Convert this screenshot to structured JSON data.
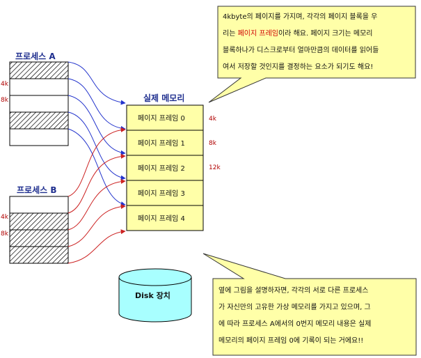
{
  "process_a": {
    "title": "프로세스 A",
    "addr_labels": [
      "4k",
      "8k"
    ]
  },
  "process_b": {
    "title": "프로세스 B",
    "addr_labels": [
      "4k",
      "8k"
    ]
  },
  "memory": {
    "title": "실제 메모리",
    "frames": [
      "페이지 프레임 0",
      "페이지 프레임 1",
      "페이지 프레임 2",
      "페이지 프레임 3",
      "페이지 프레임 4"
    ],
    "addr_labels": [
      "4k",
      "8k",
      "12k"
    ]
  },
  "disk": {
    "label": "Disk 장치"
  },
  "bubble_top": {
    "line1": "4kbyte의 페이지를 가지며, 각각의 페이지 블록을 우",
    "line2_pre": "리는 ",
    "line2_hl": "페이지 프레임",
    "line2_post": "이라 해요. 페이지 크기는 메모리",
    "line3": "블록하나가 디스크로부터 얼마만큼의 데이터를 읽어들",
    "line4": "여서 저장할 것인지를 결정하는 요소가 되기도 해요!"
  },
  "bubble_bottom": {
    "line1": "옆에 그림을 설명하자면, 각각의 서로 다른 프로세스",
    "line2": "가 자신만의 고유한 가상 메모리를 가지고 있으며, 그",
    "line3": "에 따라 프로세스 A에서의 0번지 메모리 내용은 실제",
    "line4": "메모리의 페이지 프레임 0에 기록이 되는 거에요!!"
  },
  "colors": {
    "arrow_blue": "#2233cc",
    "arrow_red": "#cc2222",
    "bubble_fill": "#ffffa8",
    "title_blue": "#1f2f8f"
  }
}
